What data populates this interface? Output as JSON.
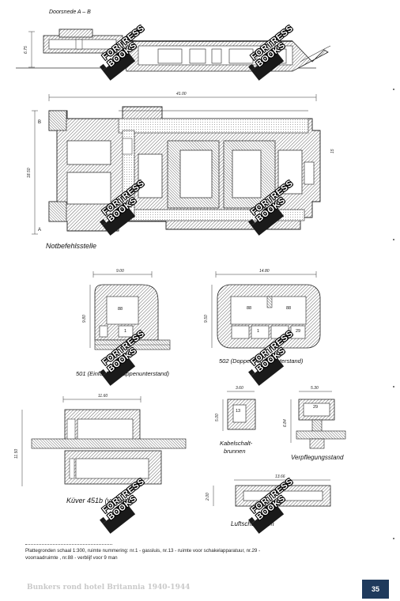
{
  "section_title": "Doorsnede A – B",
  "dimensions": {
    "section_height": "6.75",
    "main_width": "41.00",
    "main_height": "18.50",
    "main_detail": "15",
    "b501_width": "9.00",
    "b501_height": "9.80",
    "b502_width": "14.80",
    "b502_height": "9.50",
    "b451_width": "11.60",
    "b451_height": "11.50",
    "kabel_width": "3.60",
    "kabel_height": "5.00",
    "verpf_width": "5.30",
    "verpf_height": "6.84",
    "luft_width": "13.66",
    "luft_height": "2.00"
  },
  "markers": {
    "a": "A",
    "b": "B"
  },
  "room_numbers": {
    "n88": "88",
    "n1": "1",
    "n29": "29",
    "n13": "13"
  },
  "labels": {
    "notbefehl": "Notbefehlsstelle",
    "b501": "501 (Einfacher Gruppenunterstand)",
    "b502": "502 (Doppelgruppenunterstand)",
    "b451": "Küver 451b (variant)",
    "kabel_line1": "Kabelschalt-",
    "kabel_line2": "brunnen",
    "verpf": "Verpflegungsstand",
    "luft": "Luftschutzraum"
  },
  "watermark": {
    "line1": "FORTRESS",
    "line2": "BOOKS"
  },
  "note": {
    "line1": "Plattegronden schaal 1:300, ruimte nummering: nr.1 - gassluis, nr.13 - ruimte voor schakelapparatuur, nr.29 -",
    "line2": "voorraadruimte , nr.88 - verblijf voor 9 man"
  },
  "footer": {
    "title": "Bunkers rond hotel Britannia 1940-1944",
    "page_number": "35"
  }
}
